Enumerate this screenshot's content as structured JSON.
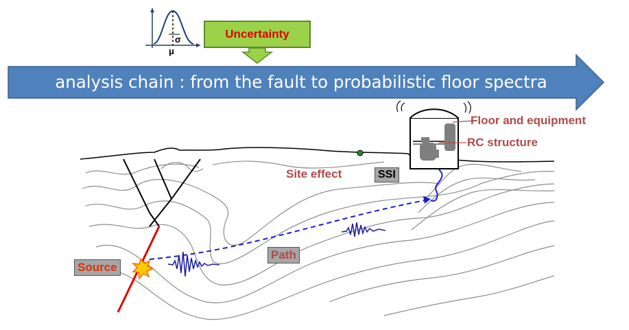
{
  "title_arrow": {
    "text": "analysis chain : from the fault to probabilistic floor spectra"
  },
  "uncertainty": {
    "label": "Uncertainty",
    "sigma": "σ",
    "mu": "μ"
  },
  "labels": {
    "floor_equipment": "Floor and equipment",
    "rc_structure": "RC structure",
    "site_effect": "Site effect",
    "ssi": "SSI",
    "path": "Path",
    "source": "Source"
  },
  "colors": {
    "arrow_fill": "#4f81bd",
    "uncertainty_fill": "#9bd24a",
    "uncertainty_text": "#e00000",
    "label_red": "#b04a4a",
    "source_text": "#e03000",
    "fault_red": "#e00000",
    "wave_blue": "#1a1aa0"
  }
}
